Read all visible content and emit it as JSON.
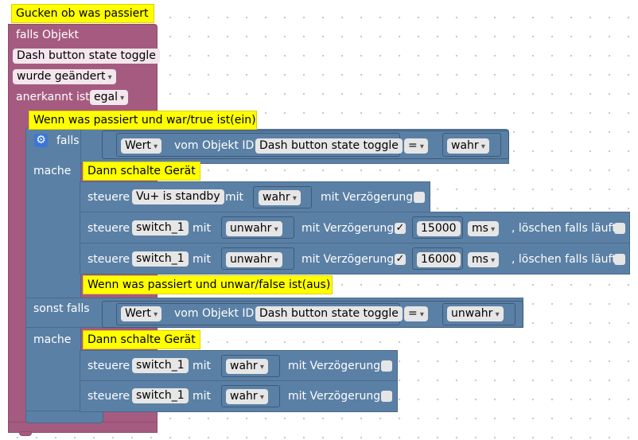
{
  "comments": {
    "main": "Gucken ob was passiert",
    "if_true": "Wenn was passiert und war/true ist(ein)",
    "then1": "Dann schalte Gerät",
    "if_false": "Wenn was passiert und unwar/false ist(aus)",
    "then2": "Dann schalte Gerät"
  },
  "trigger": {
    "label": "falls Objekt",
    "object": "Dash button state toggle",
    "event": "wurde geändert",
    "ack_label": "anerkannt ist",
    "ack_value": "egal"
  },
  "if_block": {
    "if_label": "falls",
    "do_label": "mache",
    "elseif_label": "sonst falls",
    "do2_label": "mache"
  },
  "cond1": {
    "prop": "Wert",
    "of_label": "vom Objekt ID",
    "object": "Dash button state toggle",
    "op": "=",
    "value": "wahr"
  },
  "cond2": {
    "prop": "Wert",
    "of_label": "vom Objekt ID",
    "object": "Dash button state toggle",
    "op": "=",
    "value": "unwahr"
  },
  "labels": {
    "control": "steuere",
    "with": "mit",
    "delay": "mit Verzögerung",
    "clear": ", löschen falls läuft",
    "check": "✓"
  },
  "actions": [
    {
      "device": "Vu+ is standby",
      "value": "wahr"
    },
    {
      "device": "switch_1",
      "value": "unwahr",
      "delay": "15000",
      "unit": "ms"
    },
    {
      "device": "switch_1",
      "value": "unwahr",
      "delay": "16000",
      "unit": "ms"
    },
    {
      "device": "switch_1",
      "value": "wahr"
    },
    {
      "device": "switch_1",
      "value": "wahr"
    }
  ],
  "colors": {
    "event_block": "#a55b80",
    "logic_block": "#5b80a5",
    "comment": "#ffff00"
  }
}
